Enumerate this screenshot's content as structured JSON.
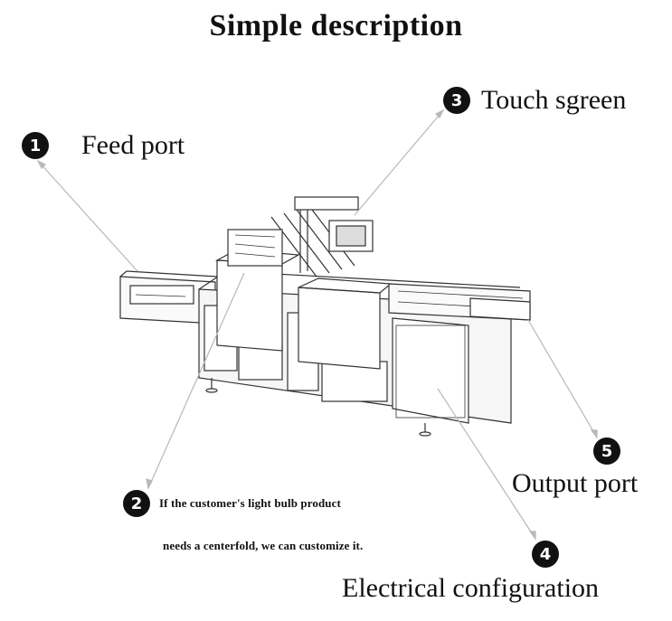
{
  "title": "Simple description",
  "callouts": [
    {
      "number": "1",
      "text": "Feed port"
    },
    {
      "number": "2",
      "lines": [
        "If the customer's light bulb product",
        "needs a centerfold, we can customize it."
      ]
    },
    {
      "number": "3",
      "text": "Touch sgreen"
    },
    {
      "number": "4",
      "text": "Electrical configuration"
    },
    {
      "number": "5",
      "text": "Output port"
    }
  ],
  "colors": {
    "ink": "#111111",
    "leader": "#b8b8b8",
    "machine_line": "#333333"
  }
}
